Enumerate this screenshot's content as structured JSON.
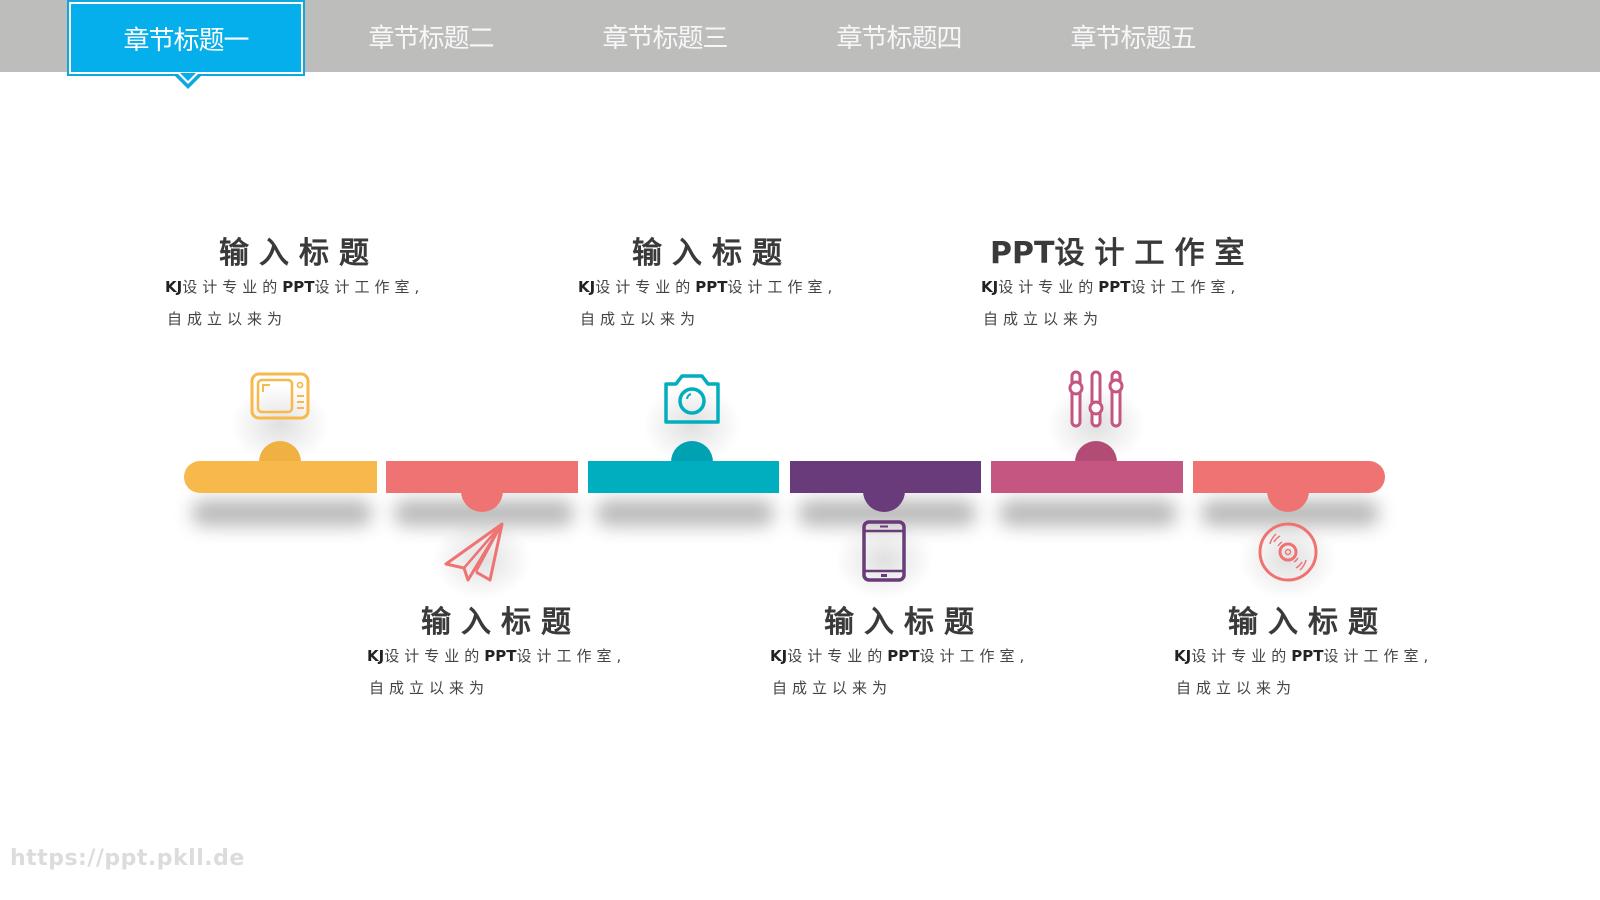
{
  "nav": {
    "background": "#bdbebc",
    "active_color": "#04afeb",
    "tabs": [
      {
        "label": "章节标题一",
        "active": true
      },
      {
        "label": "章节标题二",
        "active": false
      },
      {
        "label": "章节标题三",
        "active": false
      },
      {
        "label": "章节标题四",
        "active": false
      },
      {
        "label": "章节标题五",
        "active": false
      }
    ]
  },
  "timeline": {
    "segments": [
      {
        "color": "#f8b94c",
        "bump": "up",
        "icon": "tv-icon"
      },
      {
        "color": "#ef7373",
        "bump": "down",
        "icon": "paper-plane-icon"
      },
      {
        "color": "#01aebf",
        "bump": "up",
        "icon": "camera-icon"
      },
      {
        "color": "#693b7a",
        "bump": "down",
        "icon": "tablet-icon"
      },
      {
        "color": "#c45681",
        "bump": "up",
        "icon": "sliders-icon"
      },
      {
        "color": "#ef7373",
        "bump": "down",
        "icon": "vinyl-disc-icon"
      }
    ]
  },
  "blocks": [
    {
      "title": "输入标题",
      "desc_prefix": "KJ",
      "desc_mid": "设计专业的",
      "desc_brand": "PPT",
      "desc_suffix": "设计工作室,",
      "desc_line2": "自成立以来为"
    },
    {
      "title": "输入标题",
      "desc_prefix": "KJ",
      "desc_mid": "设计专业的",
      "desc_brand": "PPT",
      "desc_suffix": "设计工作室,",
      "desc_line2": "自成立以来为"
    },
    {
      "title": "输入标题",
      "desc_prefix": "KJ",
      "desc_mid": "设计专业的",
      "desc_brand": "PPT",
      "desc_suffix": "设计工作室,",
      "desc_line2": "自成立以来为"
    },
    {
      "title": "输入标题",
      "desc_prefix": "KJ",
      "desc_mid": "设计专业的",
      "desc_brand": "PPT",
      "desc_suffix": "设计工作室,",
      "desc_line2": "自成立以来为"
    },
    {
      "title_brand": "PPT",
      "title": "设计工作室",
      "desc_prefix": "KJ",
      "desc_mid": "设计专业的",
      "desc_brand": "PPT",
      "desc_suffix": "设计工作室,",
      "desc_line2": "自成立以来为"
    },
    {
      "title": "输入标题",
      "desc_prefix": "KJ",
      "desc_mid": "设计专业的",
      "desc_brand": "PPT",
      "desc_suffix": "设计工作室,",
      "desc_line2": "自成立以来为"
    }
  ],
  "watermark": "https://ppt.pkll.de"
}
